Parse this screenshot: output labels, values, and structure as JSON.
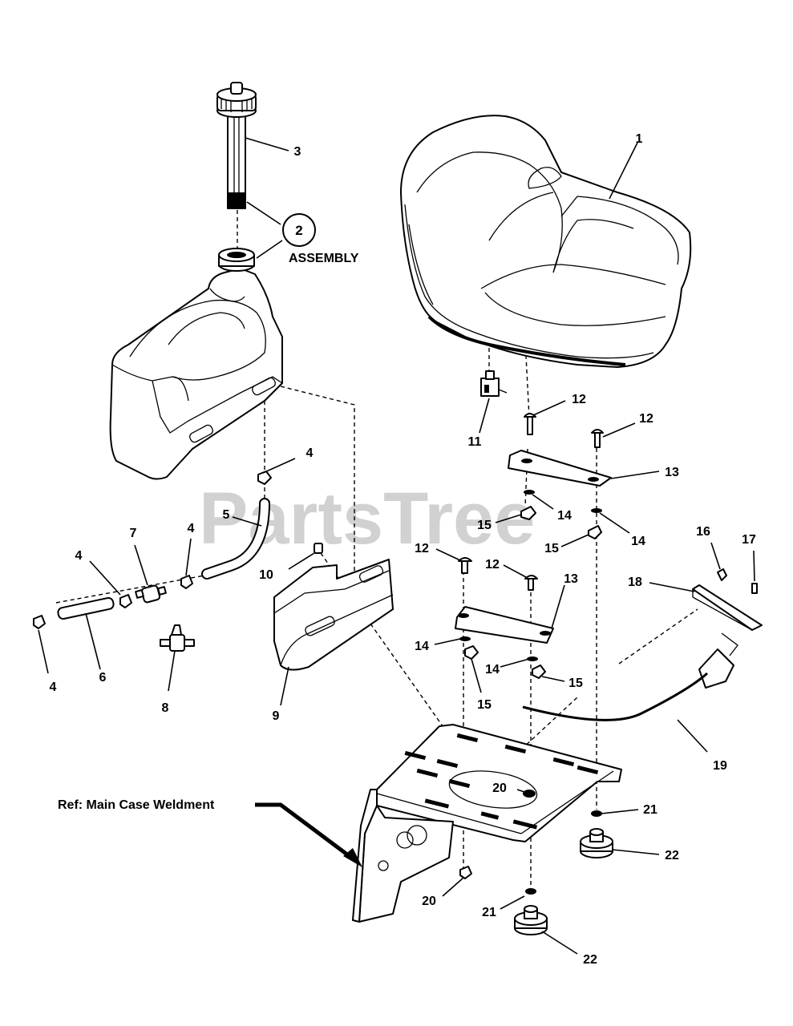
{
  "watermark": "PartsTree",
  "labels": {
    "l1": "1",
    "l2": "2",
    "l3": "3",
    "l4a": "4",
    "l4b": "4",
    "l4c": "4",
    "l4d": "4",
    "l5": "5",
    "l6": "6",
    "l7": "7",
    "l8": "8",
    "l9": "9",
    "l10": "10",
    "l11": "11",
    "l12a": "12",
    "l12b": "12",
    "l12c": "12",
    "l12d": "12",
    "l13a": "13",
    "l13b": "13",
    "l14a": "14",
    "l14b": "14",
    "l14c": "14",
    "l14d": "14",
    "l15a": "15",
    "l15b": "15",
    "l15c": "15",
    "l15d": "15",
    "l16": "16",
    "l17": "17",
    "l18": "18",
    "l19": "19",
    "l20a": "20",
    "l20b": "20",
    "l21a": "21",
    "l21b": "21",
    "l22a": "22",
    "l22b": "22"
  },
  "assembly_label": "ASSEMBLY",
  "ref_label": "Ref: Main Case Weldment"
}
